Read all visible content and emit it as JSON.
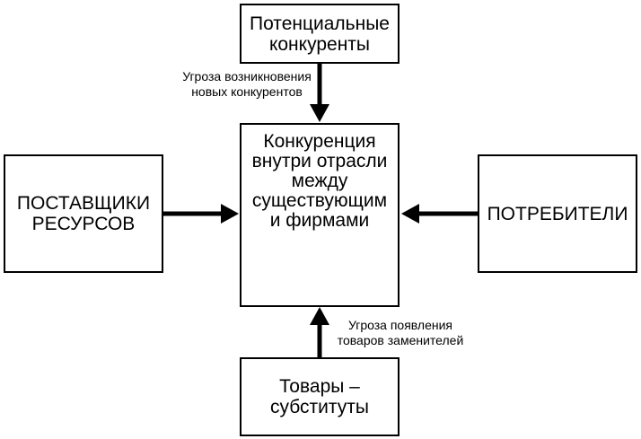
{
  "boxes": {
    "potential_competitors": "Потенциальные\nконкуренты",
    "suppliers": "ПОСТАВЩИКИ\nРЕСУРСОВ",
    "competition": "Конкуренция\nвнутри отрасли\nмежду\nсуществующим\nи фирмами",
    "consumers": "ПОТРЕБИТЕЛИ",
    "substitutes": "Товары –\nсубституты"
  },
  "labels": {
    "threat_new_competitors": "Угроза возникновения\nновых конкурентов",
    "threat_substitutes": "Угроза появления\nтоваров заменителей"
  },
  "style": {
    "line_color": "#000000",
    "background": "#ffffff"
  }
}
